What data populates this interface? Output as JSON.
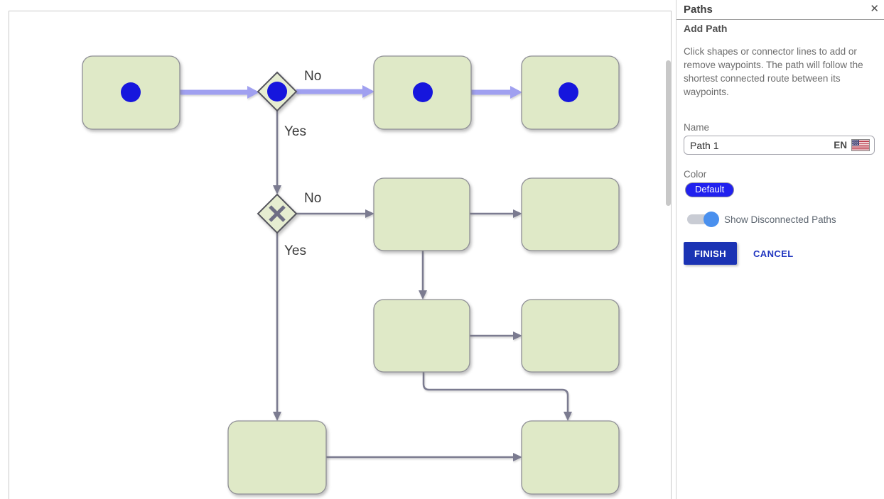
{
  "diagram": {
    "labels": {
      "no1": "No",
      "yes1": "Yes",
      "no2": "No",
      "yes2": "Yes"
    },
    "colors": {
      "node_fill": "#dfe9c7",
      "node_border": "#8f8f96",
      "decision_fill": "#e6edd1",
      "decision_border": "#55555e",
      "connector": "#7b7b90",
      "highlighted_path": "#a0a0f0",
      "waypoint": "#1616dd",
      "label_text": "#3a3a3a"
    },
    "waypoint_count": 4
  },
  "panel": {
    "title": "Paths",
    "close_icon": "✕",
    "section_title": "Add Path",
    "description": "Click shapes or connector lines to add or remove waypoints. The path will follow the shortest connected route between its waypoints.",
    "name": {
      "label": "Name",
      "value": "Path 1",
      "lang_code": "EN"
    },
    "color": {
      "label": "Color",
      "value": "Default",
      "swatch_color": "#2121ee"
    },
    "toggle": {
      "label": "Show Disconnected Paths",
      "state": "on",
      "knob_color": "#4a90ee"
    },
    "buttons": {
      "finish": "FINISH",
      "cancel": "CANCEL",
      "finish_bg": "#1b33b4",
      "cancel_color": "#2136c0"
    }
  }
}
